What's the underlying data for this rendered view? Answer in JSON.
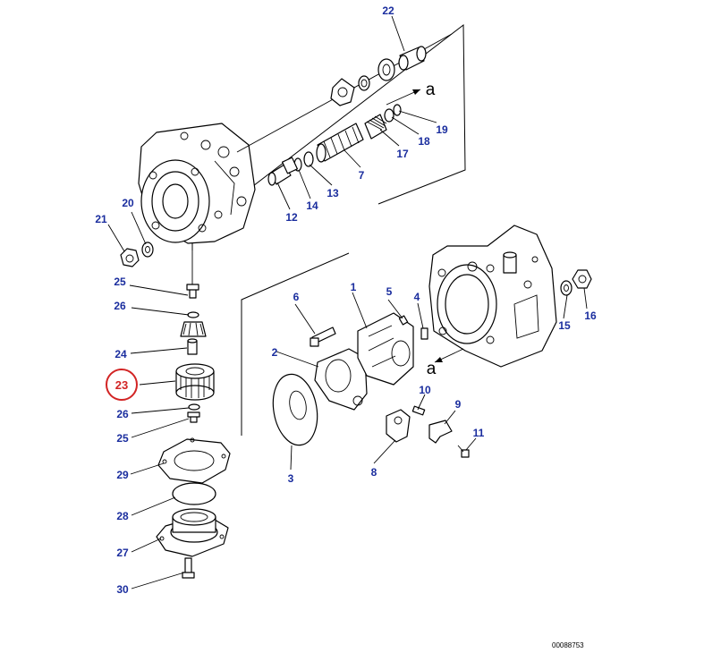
{
  "labels": {
    "p1": "1",
    "p2": "2",
    "p3": "3",
    "p4": "4",
    "p5": "5",
    "p6": "6",
    "p7": "7",
    "p8": "8",
    "p9": "9",
    "p10": "10",
    "p11": "11",
    "p12": "12",
    "p13": "13",
    "p14": "14",
    "p15": "15",
    "p16": "16",
    "p17": "17",
    "p18": "18",
    "p19": "19",
    "p20": "20",
    "p21": "21",
    "p22": "22",
    "p23": "23",
    "p24": "24",
    "p25": "25",
    "p26": "26",
    "p27": "27",
    "p28": "28",
    "p29": "29",
    "p30": "30"
  },
  "refs": {
    "a_upper": "a",
    "a_lower": "a"
  },
  "highlighted_part": "23",
  "colors": {
    "label": "#1a2d9e",
    "highlight": "#d22424",
    "line": "#000000",
    "background": "#ffffff"
  },
  "drawing_code": "00088753"
}
